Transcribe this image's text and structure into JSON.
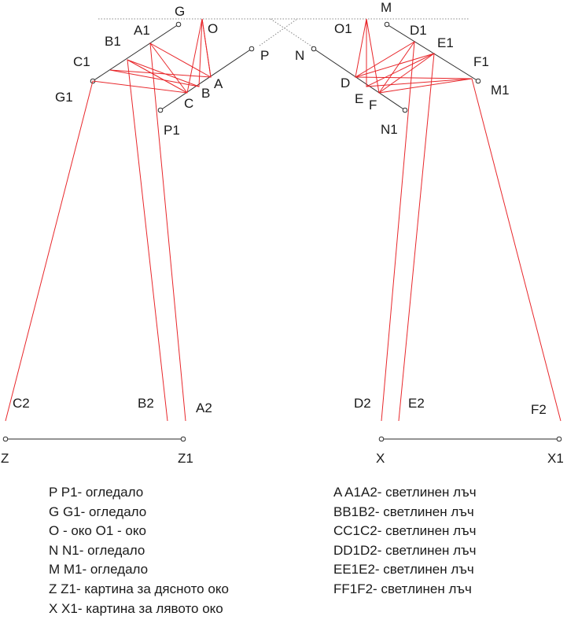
{
  "labels": {
    "G": "G",
    "A1": "A1",
    "O": "O",
    "B1": "B1",
    "C1": "C1",
    "G1": "G1",
    "P": "P",
    "A": "A",
    "B": "B",
    "C": "C",
    "P1": "P1",
    "M": "M",
    "O1": "O1",
    "D1": "D1",
    "E1": "E1",
    "N": "N",
    "F1": "F1",
    "M1": "M1",
    "D": "D",
    "E": "E",
    "F": "F",
    "N1": "N1",
    "C2": "C2",
    "B2": "B2",
    "A2": "A2",
    "D2": "D2",
    "E2": "E2",
    "F2": "F2",
    "Z": "Z",
    "Z1": "Z1",
    "X": "X",
    "X1": "X1"
  },
  "legend_left": [
    "P P1- огледало",
    "G G1- огледало",
    "O - око O1 - око",
    "N N1- огледало",
    "M M1- огледало",
    "Z Z1- картина за дясното око",
    "X X1- картина за лявото око"
  ],
  "legend_right": [
    "A A1A2- светлинен лъч",
    "BB1B2- светлинен лъч",
    "CC1C2- светлинен лъч",
    "DD1D2- светлинен лъч",
    "EE1E2- светлинен лъч",
    "FF1F2- светлинен лъч"
  ],
  "colors": {
    "ray": "#e8272b",
    "mirror": "#2a2a2a",
    "guide": "#888888"
  }
}
